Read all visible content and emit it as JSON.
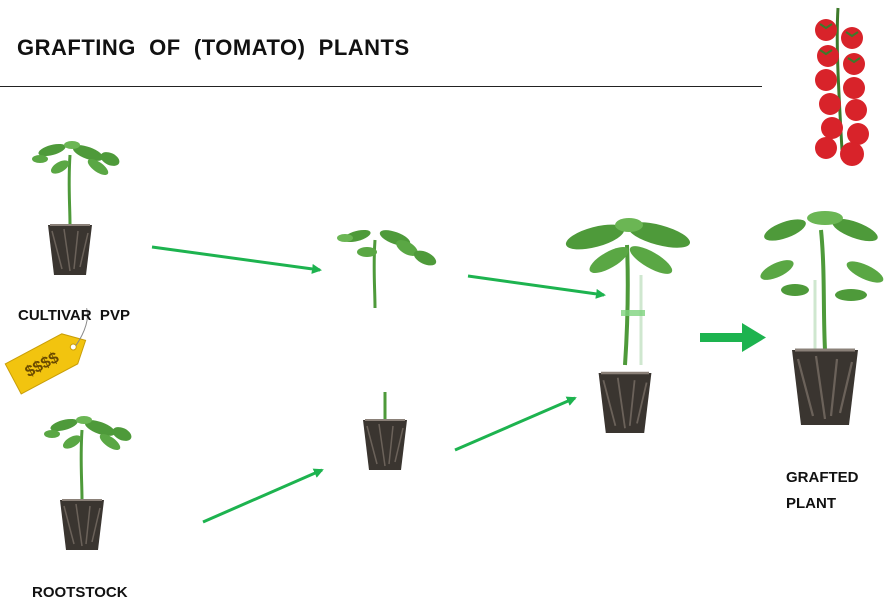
{
  "title": "GRAFTING  OF  (TOMATO)  PLANTS",
  "labels": {
    "cultivar": "CULTIVAR  PVP",
    "rootstock": "ROOTSTOCK",
    "grafted_line1": "GRAFTED",
    "grafted_line2": "PLANT",
    "price_tag": "$$$$"
  },
  "colors": {
    "arrow": "#1db34f",
    "leaf": "#4e9a3a",
    "leaf_dark": "#2f6e22",
    "soil": "#3a3530",
    "tag": "#f2c40f",
    "tomato": "#d8232a"
  }
}
